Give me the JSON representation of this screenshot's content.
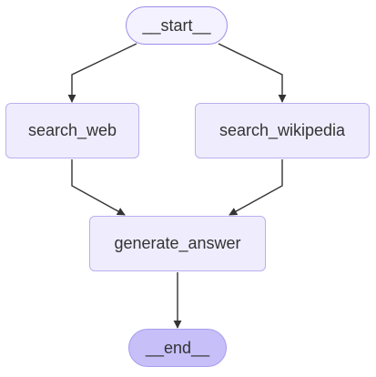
{
  "graph": {
    "nodes": [
      {
        "id": "start",
        "label": "__start__",
        "kind": "terminal-start"
      },
      {
        "id": "search_web",
        "label": "search_web",
        "kind": "step"
      },
      {
        "id": "search_wikipedia",
        "label": "search_wikipedia",
        "kind": "step"
      },
      {
        "id": "generate_answer",
        "label": "generate_answer",
        "kind": "step"
      },
      {
        "id": "end",
        "label": "__end__",
        "kind": "terminal-end"
      }
    ],
    "edges": [
      {
        "from": "__start__",
        "to": "search_web"
      },
      {
        "from": "__start__",
        "to": "search_wikipedia"
      },
      {
        "from": "search_web",
        "to": "generate_answer"
      },
      {
        "from": "search_wikipedia",
        "to": "generate_answer"
      },
      {
        "from": "generate_answer",
        "to": "__end__"
      }
    ]
  },
  "colors": {
    "edge": "#333333",
    "text": "#333333",
    "node_fill": "#efedfd",
    "node_border": "#b9b0ef",
    "start_fill": "#f4f2ff",
    "start_border": "#9b8ee8",
    "end_fill": "#c6bff8",
    "end_border": "#a99df0"
  }
}
